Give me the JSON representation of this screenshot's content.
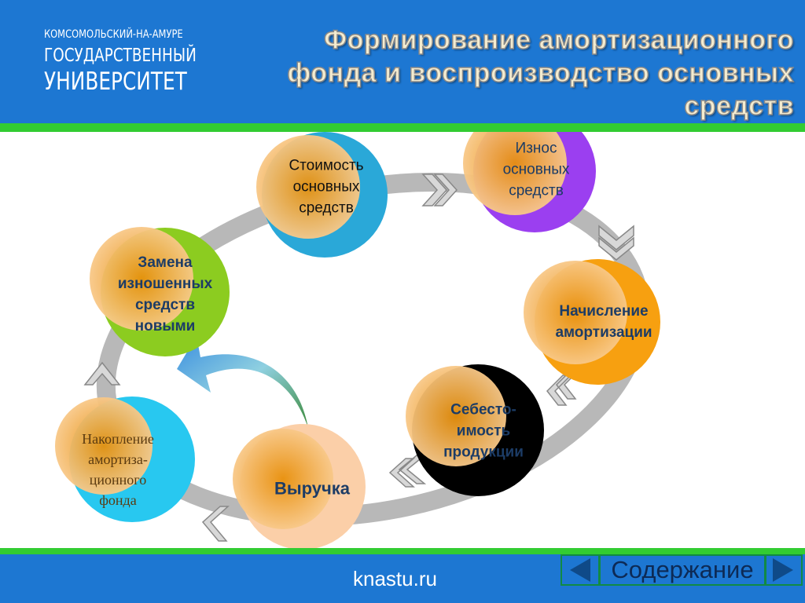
{
  "header": {
    "university": [
      "КОМСОМОЛЬСКИЙ-НА-АМУРЕ",
      "ГОСУДАРСТВЕННЫЙ",
      "УНИВЕРСИТЕТ"
    ],
    "title": "Формирование амортизационного фонда и воспроизводство основных средств"
  },
  "cycle": [
    {
      "label": "Стоимость основных средств",
      "color": "#2aa8d8"
    },
    {
      "label": "Износ основных средств",
      "color": "#9b3ff0"
    },
    {
      "label": "Начисление амортизации",
      "color": "#f7a010"
    },
    {
      "label": "Себесто-имость продукции",
      "color": "#000000"
    },
    {
      "label": "Выручка",
      "color": "#fbcfa8"
    },
    {
      "label": "Накопление амортиза-ционного фонда",
      "color": "#28c8f0"
    },
    {
      "label": "Замена изношенных средств новыми",
      "color": "#8ccc20"
    }
  ],
  "footer": {
    "site": "knastu.ru",
    "contents": "Содержание"
  }
}
